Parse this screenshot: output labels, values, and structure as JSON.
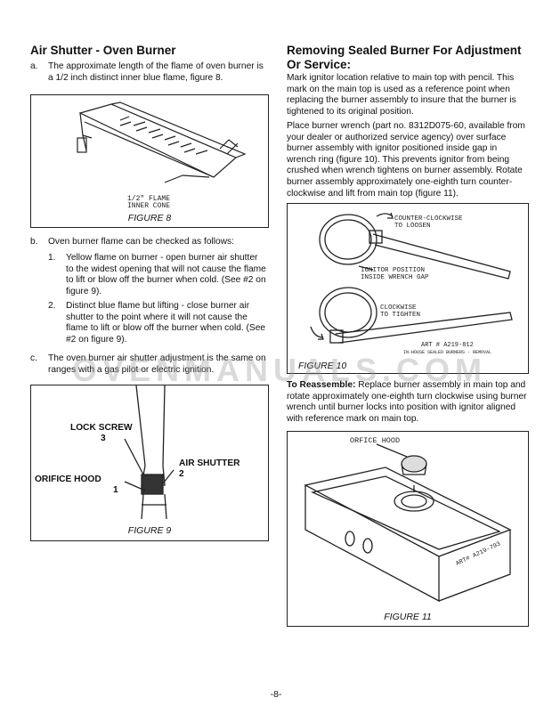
{
  "left": {
    "heading": "Air Shutter - Oven Burner",
    "a_marker": "a.",
    "a_text": "The approximate length of the flame of oven burner is a 1/2 inch distinct inner blue flame, figure 8.",
    "fig8_caption": "FIGURE 8",
    "fig8_label1": "1/2\" FLAME",
    "fig8_label2": "INNER CONE",
    "b_marker": "b.",
    "b_text": "Oven burner flame can be checked as follows:",
    "b1_marker": "1.",
    "b1_text": "Yellow flame on burner - open burner air shutter to the widest opening that will not cause the flame to lift or blow off the burner when cold. (See #2 on figure 9).",
    "b2_marker": "2.",
    "b2_text": "Distinct blue flame but lifting - close burner air shutter to the point where it will not cause the flame to lift or blow off the burner when cold. (See #2 on figure 9).",
    "c_marker": "c.",
    "c_text": "The oven burner air shutter adjustment is the same on ranges with a gas pilot or electric ignition.",
    "fig9_caption": "FIGURE 9",
    "fig9_lock": "LOCK SCREW",
    "fig9_lock_n": "3",
    "fig9_air": "AIR SHUTTER",
    "fig9_air_n": "2",
    "fig9_orifice": "ORIFICE HOOD",
    "fig9_orifice_n": "1"
  },
  "right": {
    "heading": "Removing Sealed Burner For Adjustment Or Service:",
    "p1": "Mark ignitor location relative to main top with pencil. This mark on the main top is used as a reference point when replacing the burner assembly to insure that the burner is tightened to its original position.",
    "p2": "Place burner wrench (part no. 8312D075-60, available from your dealer or authorized service agency) over surface burner assembly with ignitor positioned inside gap in wrench ring (figure 10). This prevents ignitor from being crushed when wrench tightens on burner assembly. Rotate burner assembly approximately one-eighth turn counter-clockwise and lift from main top (figure 11).",
    "fig10_caption": "FIGURE 10",
    "fig10_ccw1": "COUNTER-CLOCKWISE",
    "fig10_ccw2": "TO LOOSEN",
    "fig10_ign1": "IGNITOR POSITION",
    "fig10_ign2": "INSIDE WRENCH GAP",
    "fig10_cw1": "CLOCKWISE",
    "fig10_cw2": "TO TIGHTEN",
    "fig10_art": "ART # A219-812",
    "fig10_art2": "IN-HOUSE SEALED BURNERS - REMOVAL",
    "reassemble_label": "To Reassemble:",
    "reassemble_text": " Replace burner assembly in main top and rotate approximately one-eighth turn clockwise using burner wrench until burner locks into position with ignitor aligned with reference mark on main top.",
    "fig11_caption": "FIGURE 11",
    "fig11_label": "ORFICE HOOD",
    "fig11_art": "ART# A219-793"
  },
  "watermark": "OVENMANUALS.COM",
  "page_number": "-8-"
}
